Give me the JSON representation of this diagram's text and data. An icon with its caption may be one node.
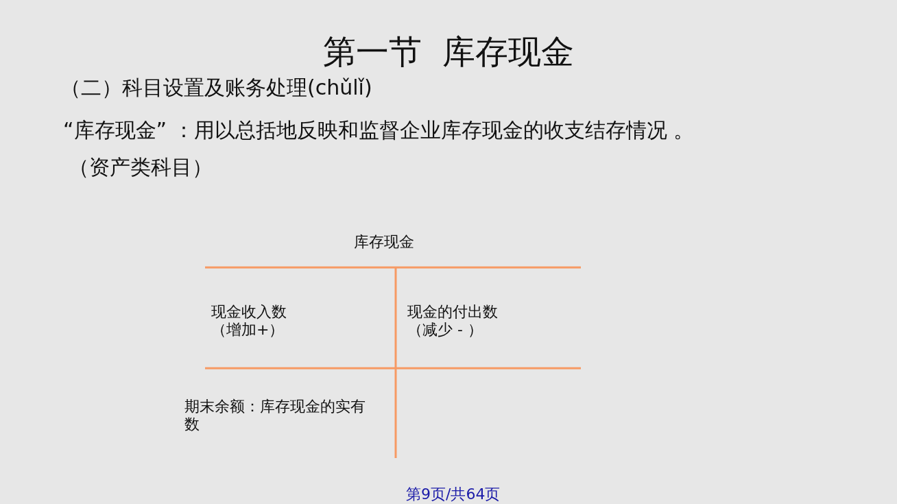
{
  "diagram": {
    "title": "第一节  库存现金",
    "labels": [
      "（二）科目设置及账务处理(chǔlǐ)",
      "“库存现金” ：用以总括地反映和监督企业库存现金的收支结存情况 。",
      "（资产类科目）",
      "库存现金",
      "现金收入数",
      "（增加+）",
      "现金的付出数",
      "（减少 -  ）",
      "期末余额：库存现金的实有数",
      "第9页/共64页"
    ]
  }
}
